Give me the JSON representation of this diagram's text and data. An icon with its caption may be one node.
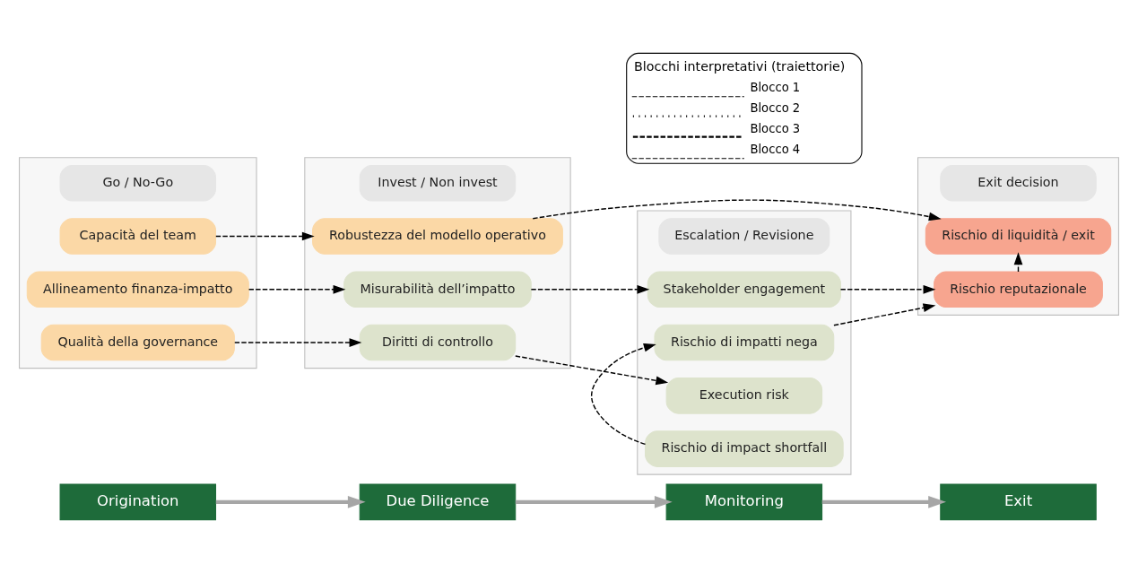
{
  "diagram": {
    "nodes": [
      {
        "text": [
          "Origination"
        ]
      },
      {
        "text": [],
        "shape": "box"
      },
      {
        "text": [
          "Go / No-Go"
        ],
        "in": 1
      },
      {
        "text": [
          "Allineamento finanza-impatto"
        ],
        "in": 1
      },
      {
        "text": [
          "Qualità della governance"
        ],
        "in": 1
      },
      {
        "text": [
          "Capacità del team"
        ],
        "in": 1
      },
      {
        "text": [
          "Due Diligence"
        ]
      },
      {
        "text": [],
        "shape": "box"
      },
      {
        "text": [
          "Invest / Non invest"
        ],
        "in": 7
      },
      {
        "text": [
          "Robustezza del modello operativo"
        ],
        "in": 7
      },
      {
        "text": [
          "Misurabilità dell’impatto"
        ],
        "in": 7
      },
      {
        "text": [
          "Diritti di controllo"
        ],
        "in": 7
      },
      {
        "text": [
          "Monitoring"
        ]
      },
      {
        "text": [],
        "shape": "box"
      },
      {
        "text": [
          "Escalation / Revisione"
        ],
        "in": 13
      },
      {
        "text": [
          "Stakeholder engagement"
        ],
        "in": 13
      },
      {
        "text": [
          "Execution risk"
        ],
        "in": 13
      },
      {
        "text": [
          "Rischio di impact shortfall"
        ],
        "in": 13
      },
      {
        "text": [
          "Rischio di impatti nega"
        ],
        "in": 13
      },
      {
        "text": [
          "Exit"
        ]
      },
      {
        "text": [],
        "shape": "box"
      },
      {
        "text": [
          "Exit decision"
        ],
        "in": 20
      },
      {
        "text": [
          "Rischio reputazionale"
        ],
        "in": 20
      },
      {
        "text": [
          "Rischio di liquidità / exit"
        ],
        "in": 20
      }
    ],
    "edges": [
      {
        "from": 0,
        "to": 6,
        "arrow": "to",
        "style": "thick",
        "color": "#a6a6a6"
      },
      {
        "from": 6,
        "to": 12,
        "arrow": "to",
        "style": "thick",
        "color": "#a6a6a6"
      },
      {
        "from": 12,
        "to": 19,
        "arrow": "to",
        "style": "thick",
        "color": "#a6a6a6"
      },
      {
        "from": 3,
        "to": 10,
        "arrow": "to",
        "style": "dashed"
      },
      {
        "from": 10,
        "to": 15,
        "arrow": "to",
        "style": "dashed"
      },
      {
        "from": 15,
        "to": 22,
        "arrow": "to",
        "style": "dashed"
      },
      {
        "from": 5,
        "to": 9,
        "arrow": "to",
        "style": "dashed"
      },
      {
        "from": 9,
        "to": 23,
        "arrow": "to",
        "style": "dashed"
      },
      {
        "from": 4,
        "to": 11,
        "arrow": "to",
        "style": "dashed"
      },
      {
        "from": 11,
        "to": 16,
        "arrow": "to",
        "style": "dashed"
      },
      {
        "from": 17,
        "to": 18,
        "arrow": "to",
        "style": "dashed"
      },
      {
        "from": 18,
        "to": 22,
        "arrow": "to",
        "style": "dashed"
      },
      {
        "from": 22,
        "to": 23,
        "arrow": "to",
        "style": "dashed"
      }
    ],
    "labels": [
      "Blocchi interpretativi (traiettorie)"
    ],
    "legend": [
      {
        "text": "Blocco 1"
      },
      {
        "text": "Blocco 2"
      },
      {
        "text": "Blocco 3"
      },
      {
        "text": "Blocco 4"
      }
    ]
  }
}
